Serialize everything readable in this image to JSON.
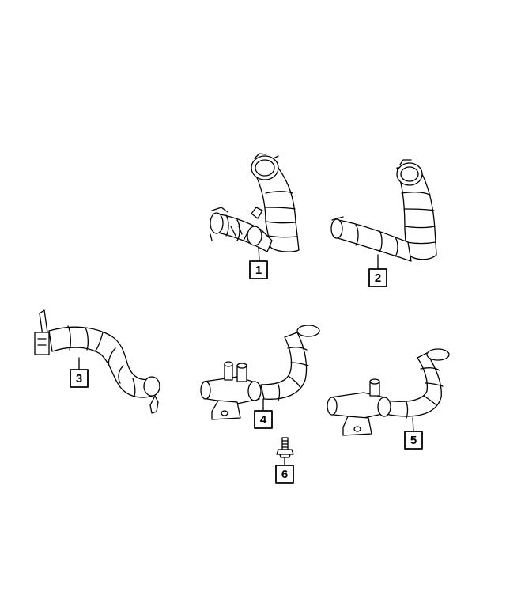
{
  "callouts": [
    {
      "label": "1",
      "part": "hose-assembly"
    },
    {
      "label": "2",
      "part": "hose"
    },
    {
      "label": "3",
      "part": "hose"
    },
    {
      "label": "4",
      "part": "hose-assembly"
    },
    {
      "label": "5",
      "part": "hose-assembly"
    },
    {
      "label": "6",
      "part": "bolt"
    }
  ],
  "colors": {
    "line": "#000000",
    "fill": "#ffffff"
  }
}
